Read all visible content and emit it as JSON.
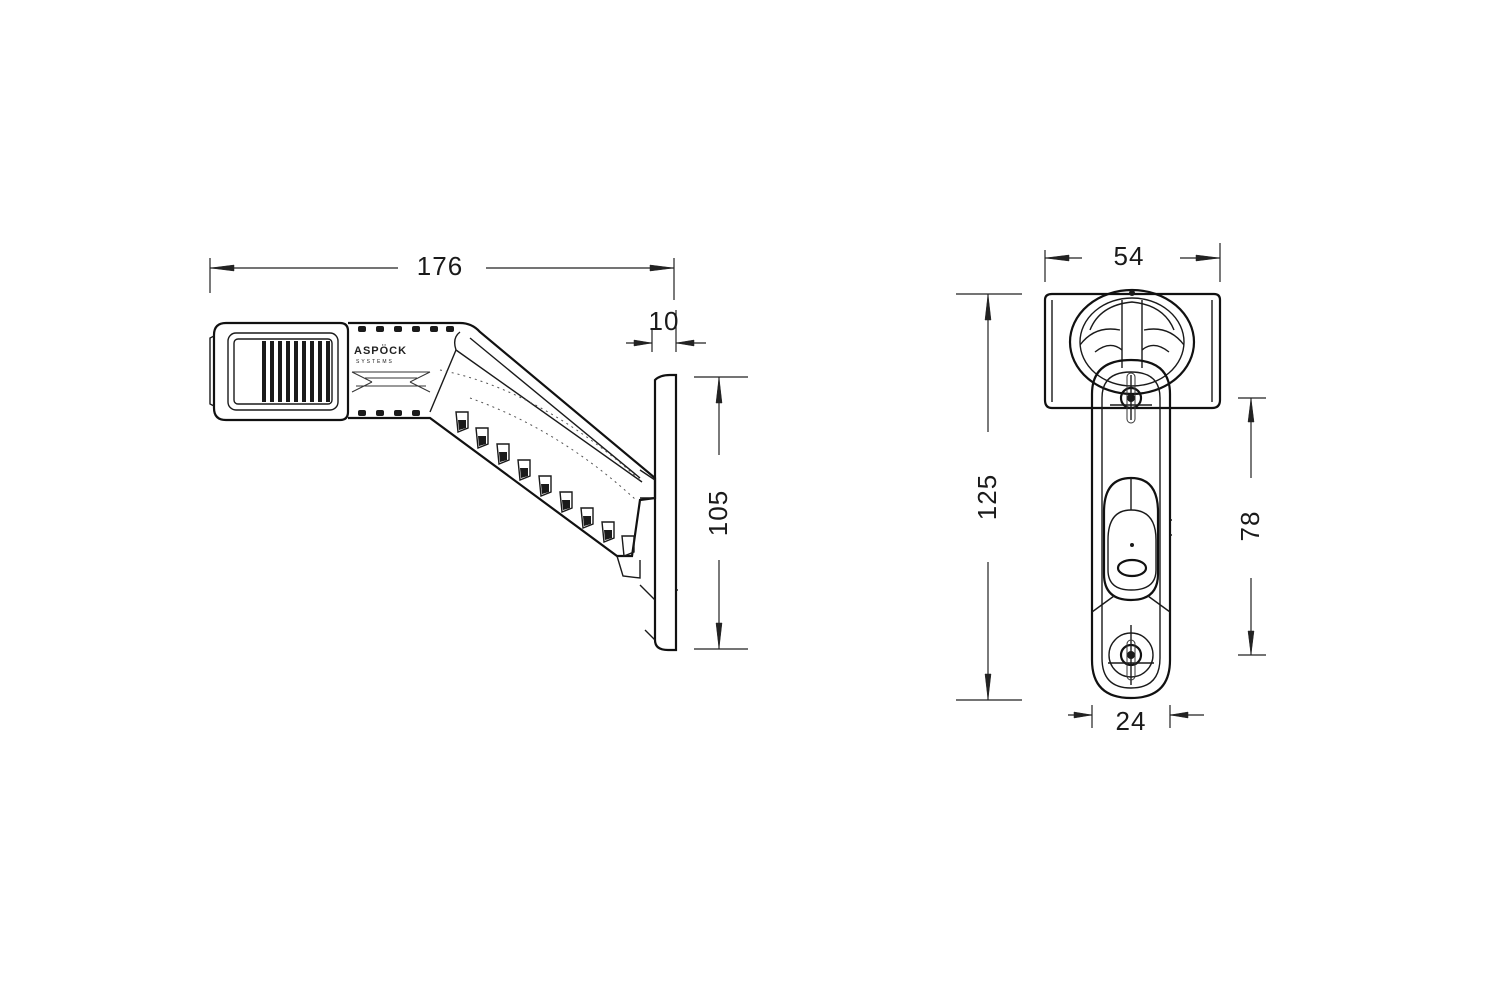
{
  "side_view": {
    "dimensions": {
      "overall_length": "176",
      "base_thickness": "10",
      "base_height": "105"
    },
    "logo": {
      "brand": "ASPÖCK",
      "sub": "SYSTEMS"
    }
  },
  "front_view": {
    "dimensions": {
      "head_width": "54",
      "overall_height": "125",
      "hole_spacing": "78",
      "base_width": "24"
    }
  }
}
